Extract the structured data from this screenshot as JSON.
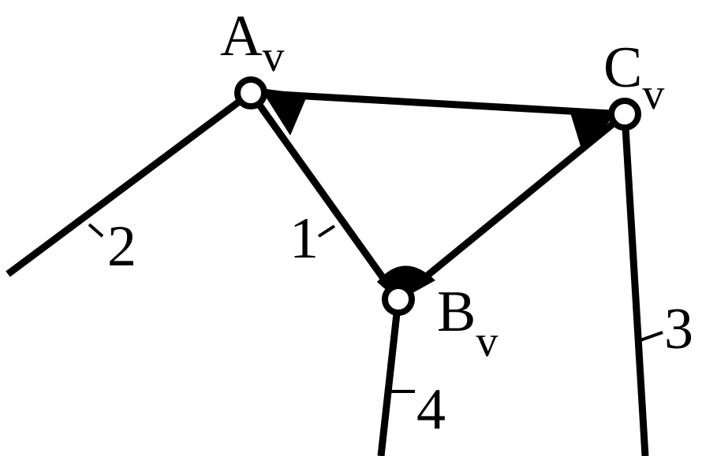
{
  "joints": {
    "a": {
      "letter": "A",
      "subscript": "v"
    },
    "b": {
      "letter": "B",
      "subscript": "v"
    },
    "c": {
      "letter": "C",
      "subscript": "v"
    }
  },
  "links": {
    "link1": "1",
    "link2": "2",
    "link3": "3",
    "link4": "4"
  }
}
